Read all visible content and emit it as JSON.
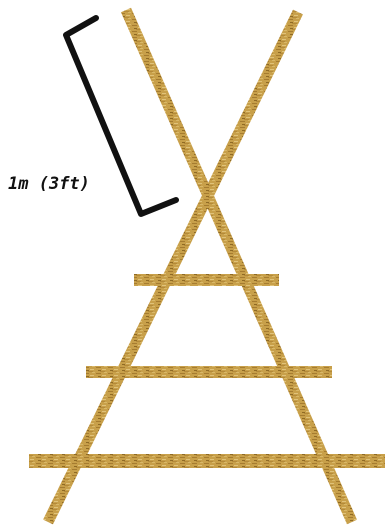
{
  "diagram": {
    "dimension_label": "1m (3ft)",
    "colors": {
      "wood_base": "#c8a04a",
      "wood_dark": "#9c7428",
      "wood_light": "#e2c47a",
      "bracket": "#111111",
      "background": "#ffffff"
    },
    "parts": {
      "poles": 2,
      "crossbars": 3
    }
  }
}
